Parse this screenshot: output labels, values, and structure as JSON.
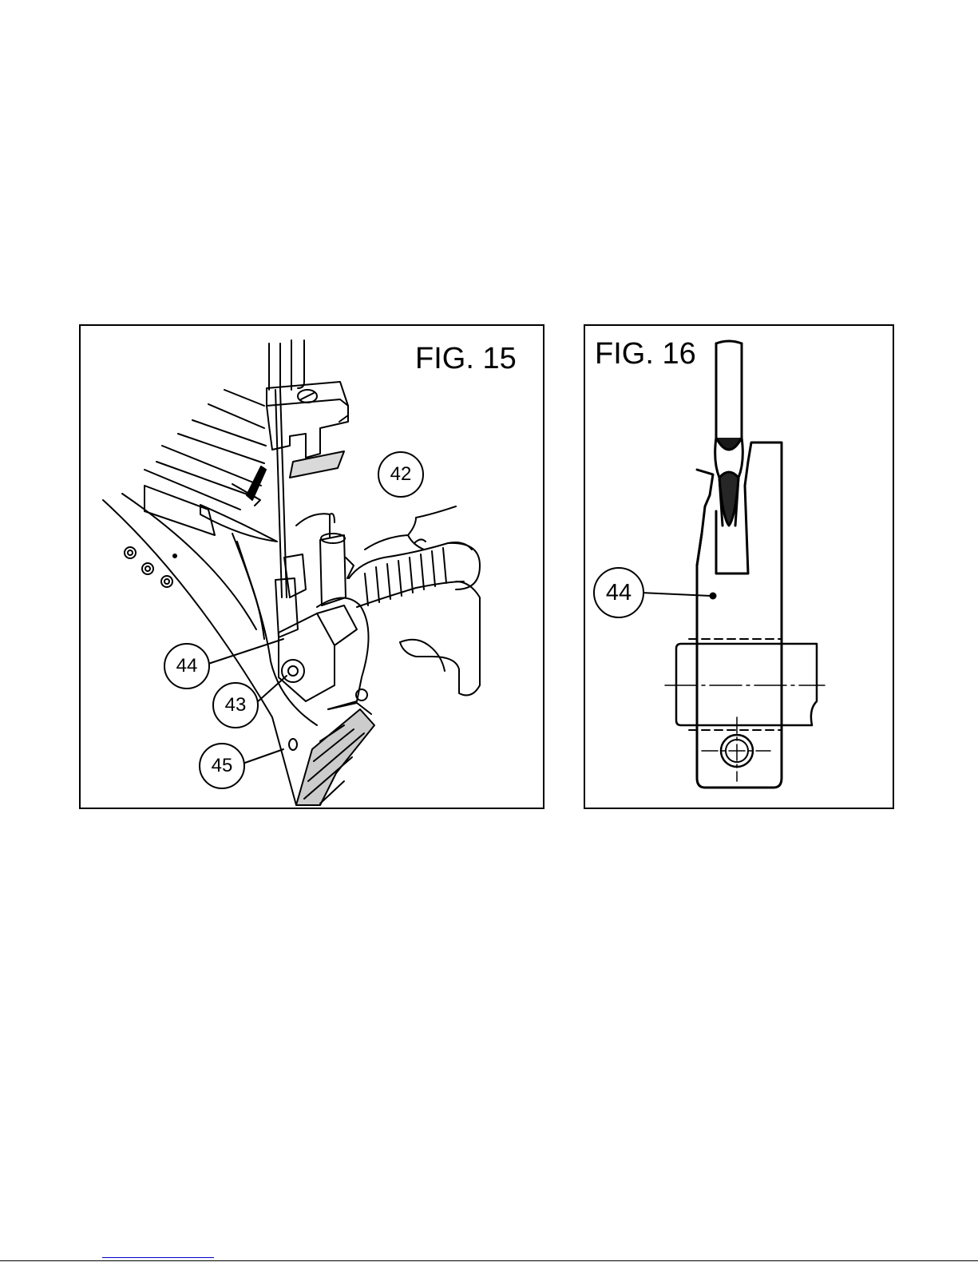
{
  "figures": [
    {
      "title": "FIG. 15",
      "callouts": [
        "42",
        "44",
        "43",
        "45"
      ]
    },
    {
      "title": "FIG. 16",
      "callouts": [
        "44"
      ]
    }
  ]
}
